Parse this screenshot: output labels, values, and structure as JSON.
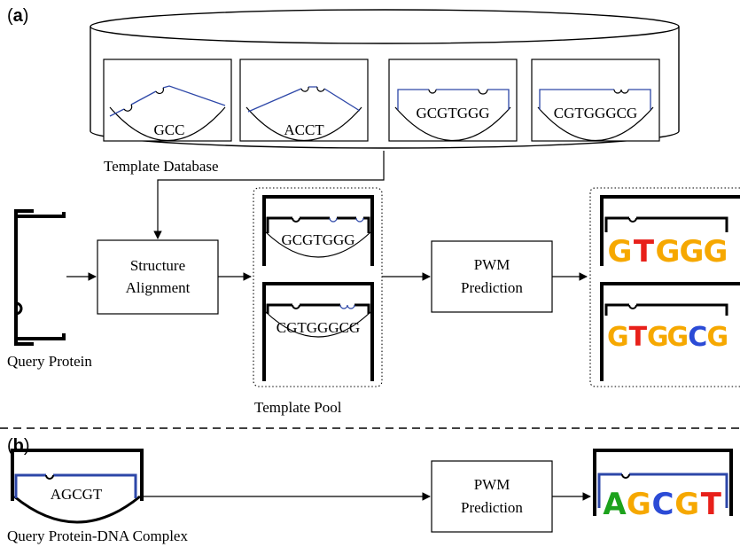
{
  "panel_a": {
    "label_open": "(",
    "label_letter": "a",
    "label_close": ")",
    "database": {
      "caption": "Template Database",
      "templates": [
        {
          "sequence": "GCC"
        },
        {
          "sequence": "ACCT"
        },
        {
          "sequence": "GCGTGGG"
        },
        {
          "sequence": "CGTGGGCG"
        }
      ]
    },
    "query_caption": "Query Protein",
    "structure_alignment": {
      "line1": "Structure",
      "line2": "Alignment"
    },
    "pool": {
      "caption": "Template Pool",
      "templates": [
        {
          "sequence": "GCGTGGG"
        },
        {
          "sequence": "CGTGGGCG"
        }
      ]
    },
    "pwm": {
      "line1": "PWM",
      "line2": "Prediction"
    },
    "logos": [
      {
        "letters": [
          {
            "ch": "G",
            "color": "#f6a800"
          },
          {
            "ch": "T",
            "color": "#e8201a"
          },
          {
            "ch": "G",
            "color": "#f6a800"
          },
          {
            "ch": "G",
            "color": "#f6a800"
          },
          {
            "ch": "G",
            "color": "#f6a800"
          }
        ]
      },
      {
        "letters": [
          {
            "ch": "G",
            "color": "#f6a800"
          },
          {
            "ch": "T",
            "color": "#e8201a"
          },
          {
            "ch": "G",
            "color": "#f6a800"
          },
          {
            "ch": "G",
            "color": "#f6a800"
          },
          {
            "ch": "C",
            "color": "#2b4bd6"
          },
          {
            "ch": "G",
            "color": "#f6a800"
          }
        ]
      }
    ]
  },
  "panel_b": {
    "label_open": "(",
    "label_letter": "b",
    "label_close": ")",
    "complex_sequence": "AGCGT",
    "complex_caption": "Query Protein-DNA Complex",
    "pwm": {
      "line1": "PWM",
      "line2": "Prediction"
    },
    "logo": {
      "letters": [
        {
          "ch": "A",
          "color": "#1da21d"
        },
        {
          "ch": "G",
          "color": "#f6a800"
        },
        {
          "ch": "C",
          "color": "#2b4bd6"
        },
        {
          "ch": "G",
          "color": "#f6a800"
        },
        {
          "ch": "T",
          "color": "#e8201a"
        }
      ]
    }
  },
  "colors": {
    "line": "#000000",
    "dna_blue": "#2d47a8",
    "a": "#1da21d",
    "c": "#2b4bd6",
    "g": "#f6a800",
    "t": "#e8201a"
  }
}
